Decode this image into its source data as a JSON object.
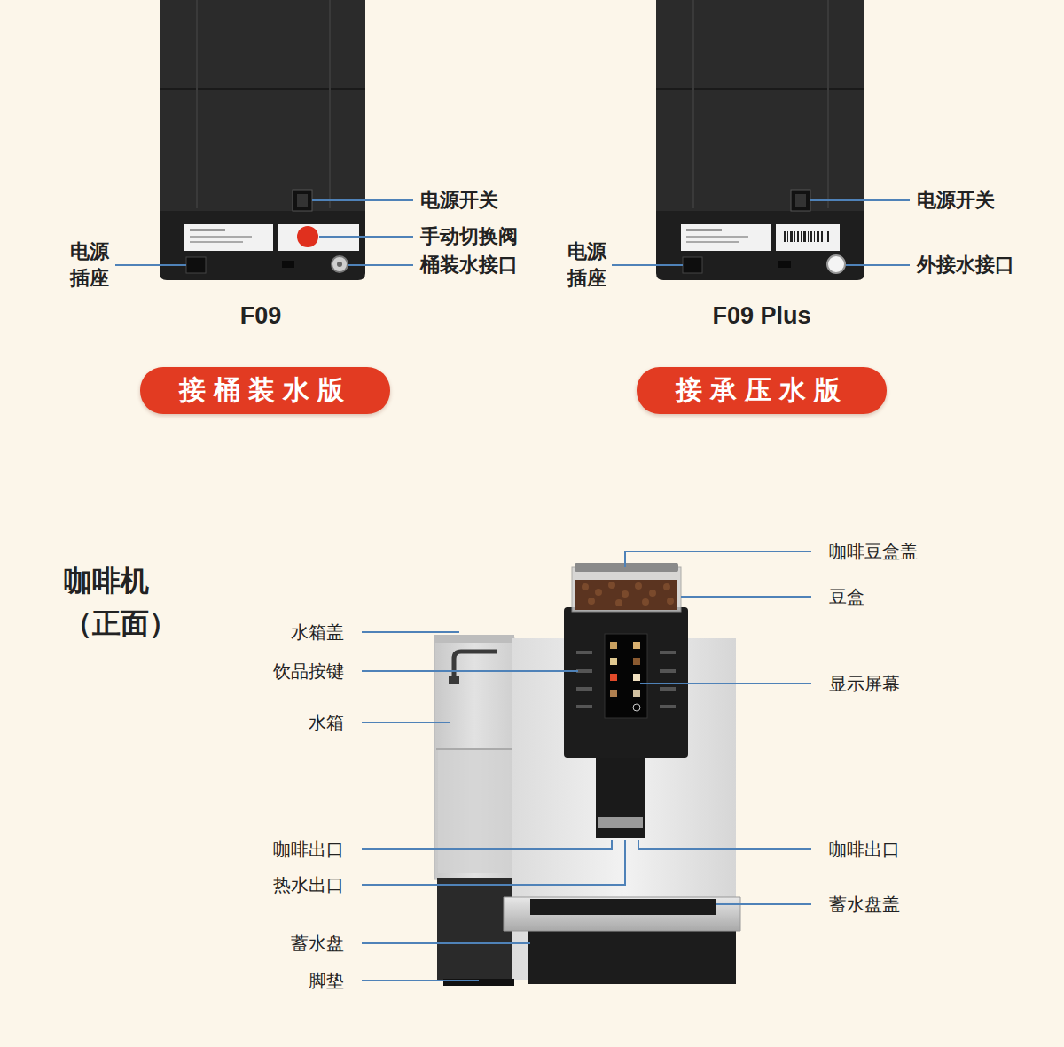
{
  "diagram": {
    "nodes": [
      {
        "text": [
          "接桶装水版"
        ]
      },
      {
        "text": [
          "接承压水版"
        ]
      }
    ],
    "labels": [
      "电源开关",
      "电源 插座",
      "手动切换阀",
      "桶装水接口",
      "F09",
      "电源开关",
      "电源 插座",
      "外接水接口",
      "F09 Plus",
      "咖啡机 （正面）",
      "咖啡豆盒盖",
      "豆盒",
      "水箱盖",
      "饮品按键",
      "显示屏幕",
      "水箱",
      "咖啡出口",
      "咖啡出口",
      "热水出口",
      "蓄水盘盖",
      "蓄水盘",
      "脚垫"
    ]
  }
}
